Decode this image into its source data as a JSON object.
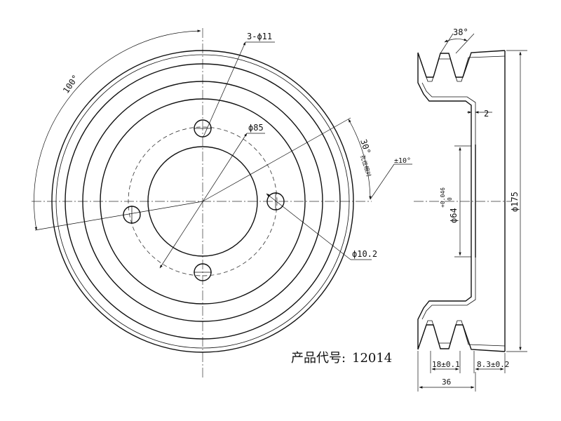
{
  "front_view": {
    "hole_callout": "3-ϕ11",
    "bolt_circle": "ϕ85",
    "center_hole": "ϕ10.2",
    "arc_angle": "100°",
    "offset_angle": "30°",
    "offset_note": "孔位相对",
    "angle_tol": "±10°"
  },
  "side_view": {
    "groove_angle": "38°",
    "wall_thickness": "2",
    "bore_dia": "ϕ64",
    "bore_tol_upper": "+0.046",
    "bore_tol_lower": "0",
    "outer_dia": "ϕ175",
    "groove_pitch": "18±0.1",
    "edge_offset": "8.3±0.2",
    "total_width": "36"
  },
  "product_code_label": "产品代号:",
  "product_code": "12014"
}
